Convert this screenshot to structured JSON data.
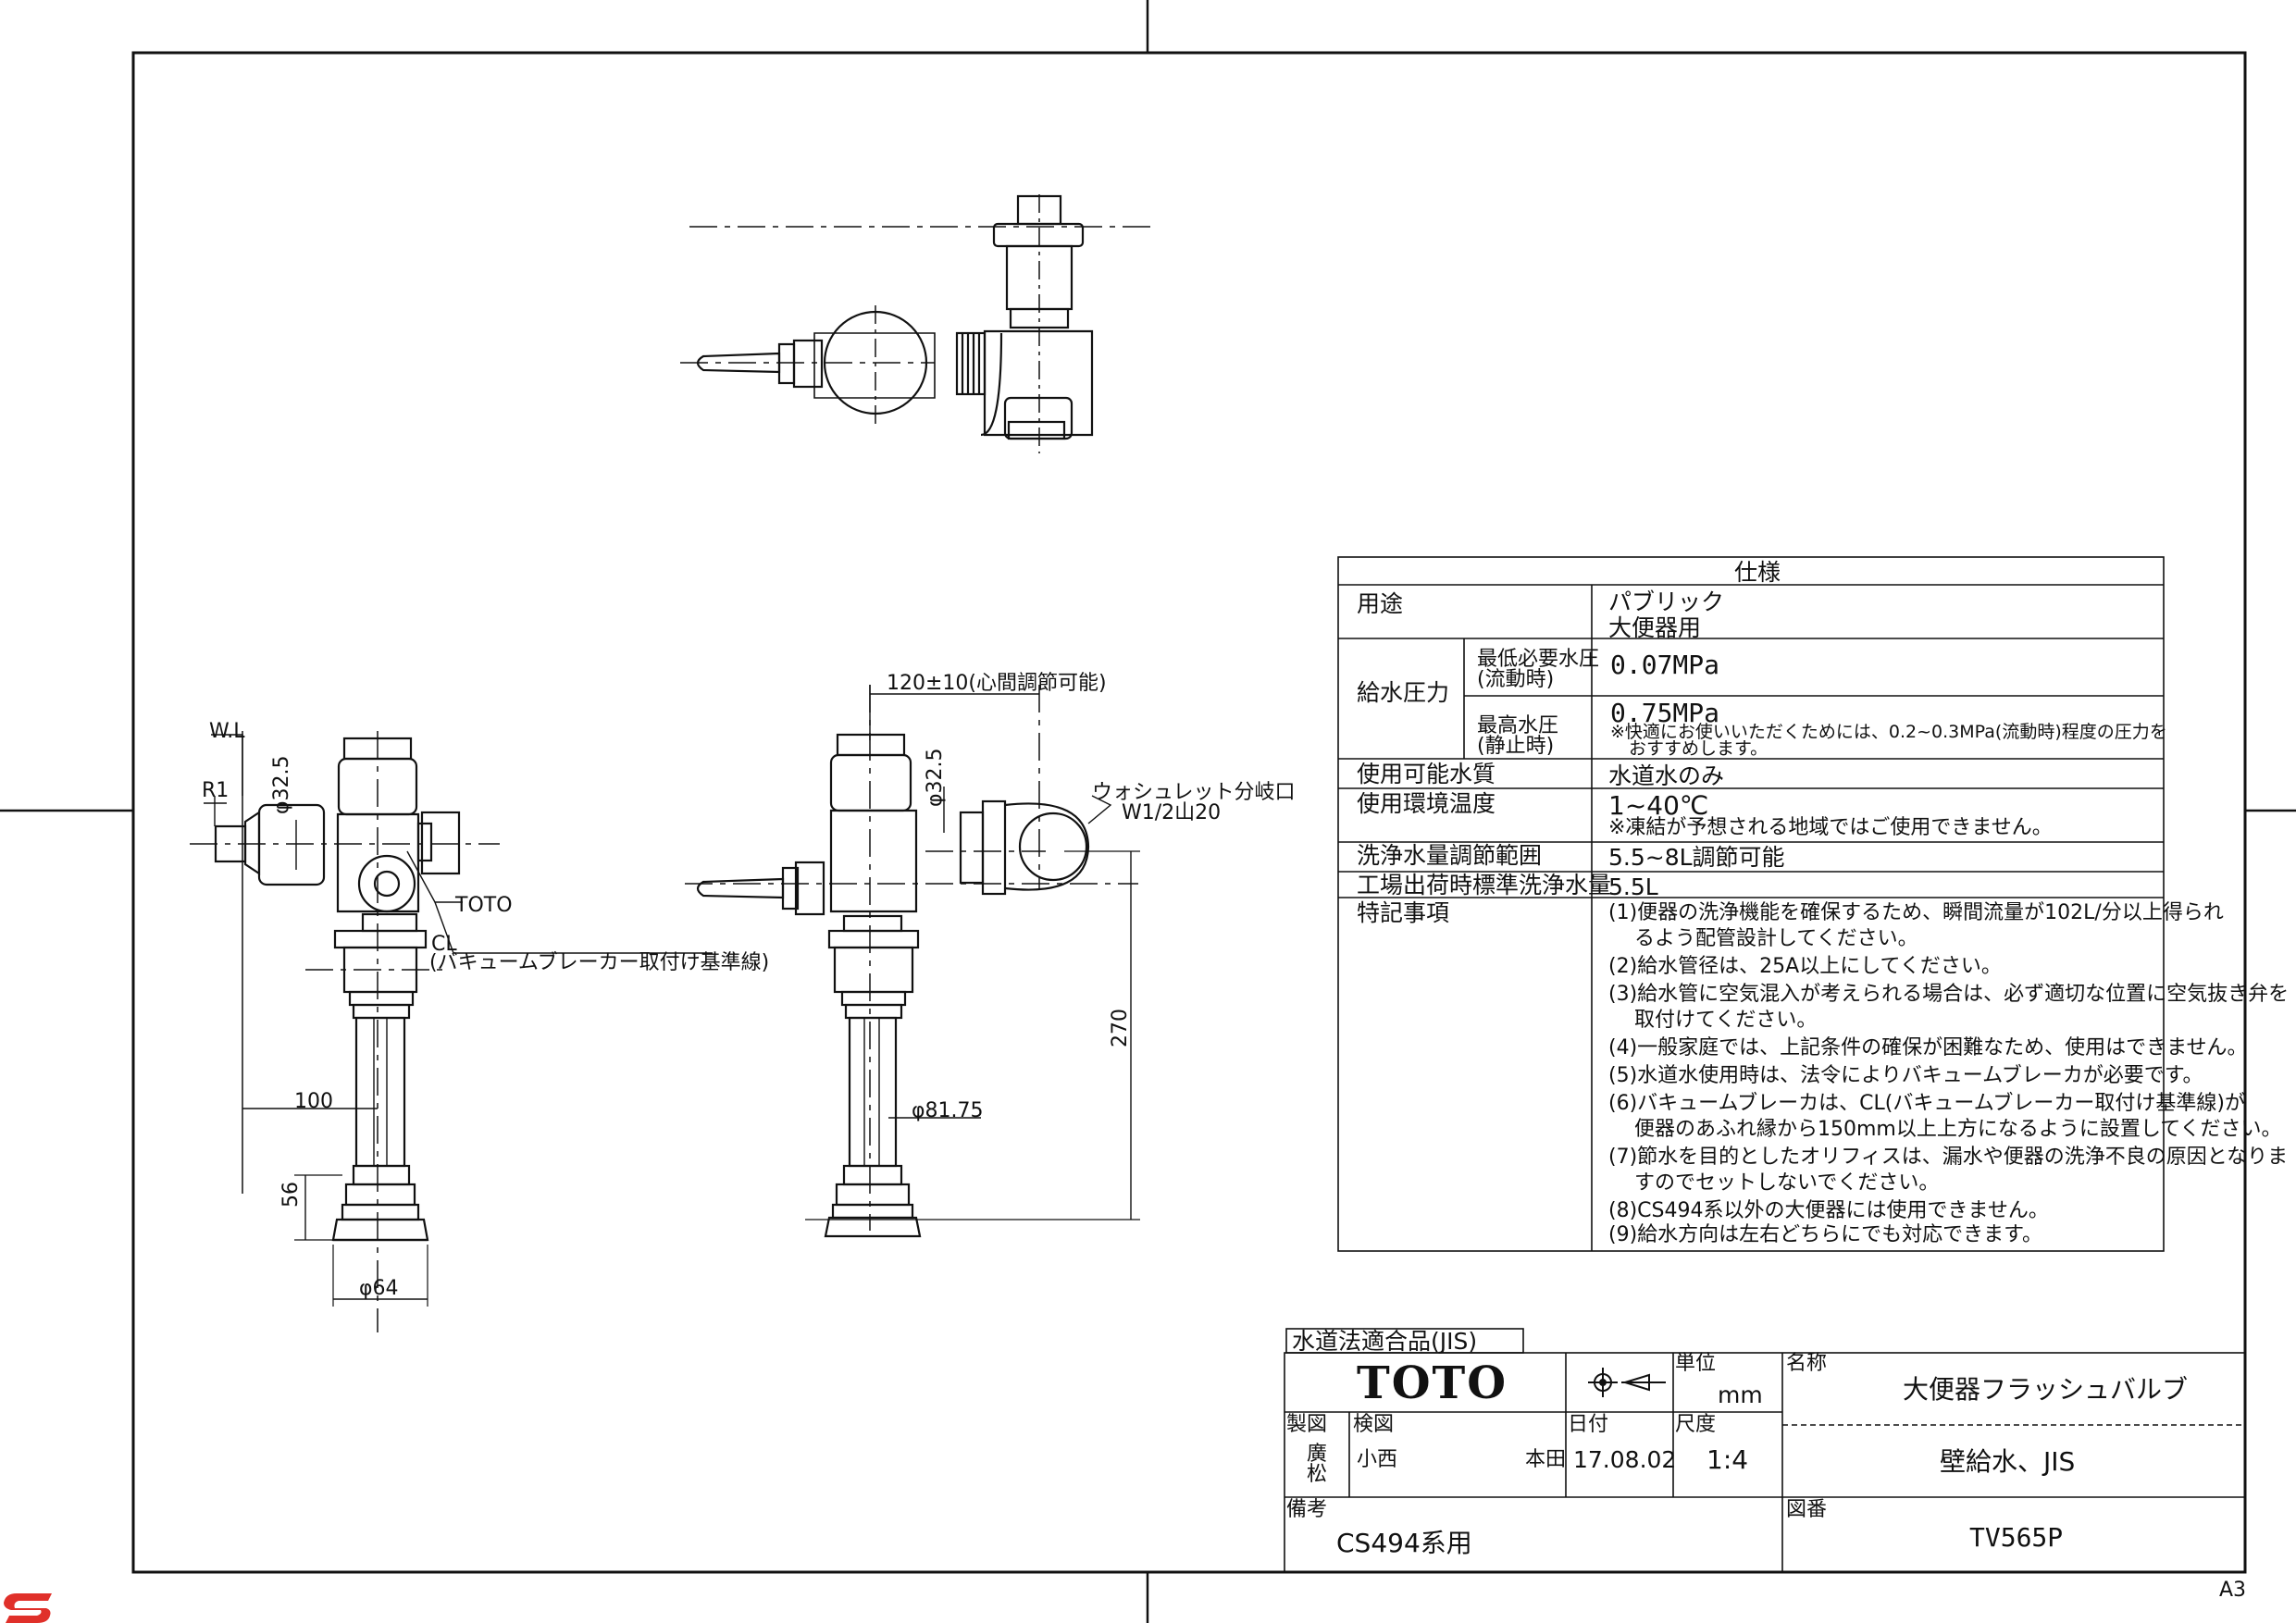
{
  "drawing": {
    "top_view": {},
    "front_view": {
      "wl_label": "W.L",
      "r1_label": "R1",
      "phi_32_5": "φ32.5",
      "toto_label": "TOTO",
      "cl_label": "CL",
      "cl_note": "(バキュームブレーカー取付け基準線)",
      "dim_100": "100",
      "dim_56": "56",
      "dim_phi64": "φ64"
    },
    "side_view": {
      "dim_120": "120±10(心間調節可能)",
      "phi_32_5": "φ32.5",
      "washlet_label": "ウォシュレット分岐口",
      "washlet_thread": "W1/2山20",
      "dim_270": "270",
      "dim_phi81": "φ81.75"
    }
  },
  "spec": {
    "title": "仕様",
    "rows": {
      "use_label": "用途",
      "use_value_1": "パブリック",
      "use_value_2": "大便器用",
      "pressure_label": "給水圧力",
      "min_label": "最低必要水圧",
      "min_sub": "(流動時)",
      "min_value": "0.07MPa",
      "max_label": "最高水圧",
      "max_sub": "(静止時)",
      "max_value": "0.75MPa",
      "max_note_1": "※快適にお使いいただくためには、0.2~0.3MPa(流動時)程度の圧力を",
      "max_note_2": "おすすめします。",
      "water_label": "使用可能水質",
      "water_value": "水道水のみ",
      "temp_label": "使用環境温度",
      "temp_value": "1~40℃",
      "temp_note": "※凍結が予想される地域ではご使用できません。",
      "flush_range_label": "洗浄水量調節範囲",
      "flush_range_value": "5.5~8L調節可能",
      "factory_label": "工場出荷時標準洗浄水量",
      "factory_value": "5.5L",
      "notes_label": "特記事項"
    },
    "notes": [
      "(1)便器の洗浄機能を確保するため、瞬間流量が102L/分以上得られ",
      "るよう配管設計してください。",
      "(2)給水管径は、25A以上にしてください。",
      "(3)給水管に空気混入が考えられる場合は、必ず適切な位置に空気抜き弁を",
      "取付けてください。",
      "(4)一般家庭では、上記条件の確保が困難なため、使用はできません。",
      "(5)水道水使用時は、法令によりバキュームブレーカが必要です。",
      "(6)バキュームブレーカは、CL(バキュームブレーカー取付け基準線)が",
      "便器のあふれ縁から150mm以上上方になるように設置してください。",
      "(7)節水を目的としたオリフィスは、漏水や便器の洗浄不良の原因となりま",
      "すのでセットしないでください。",
      "(8)CS494系以外の大便器には使用できません。",
      "(9)給水方向は左右どちらにでも対応できます。"
    ]
  },
  "title_block": {
    "jis_tag": "水道法適合品(JIS)",
    "logo": "TOTO",
    "unit_label": "単位",
    "unit_value": "mm",
    "name_label": "名称",
    "name_value": "大便器フラッシュバルブ",
    "sub_name": "壁給水、JIS",
    "drawn_label": "製図",
    "drawn_value_1": "廣",
    "drawn_value_2": "松",
    "checked_label": "検図",
    "checked_value_1": "小西",
    "checked_value_2": "本田",
    "date_label": "日付",
    "date_value": "17.08.02",
    "scale_label": "尺度",
    "scale_value": "1:4",
    "remarks_label": "備考",
    "remarks_value": "CS494系用",
    "drawing_no_label": "図番",
    "drawing_no_value": "TV565P"
  },
  "sheet_size": "A3",
  "colors": {
    "line": "#111111",
    "logo": "#000000",
    "corner_mark": "#e0302a"
  }
}
